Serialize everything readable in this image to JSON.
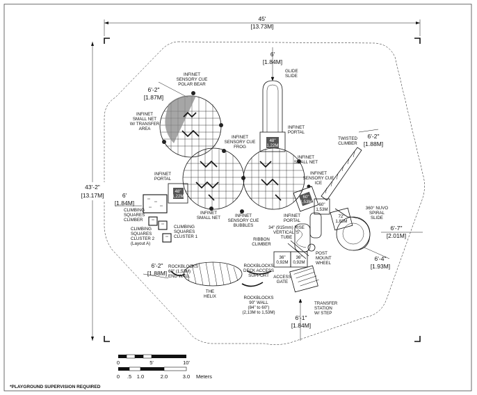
{
  "overall": {
    "width_ft": "45'",
    "width_m": "[13.73M]",
    "height_ft": "43'-2\"",
    "height_m": "[13.17M]"
  },
  "dims": {
    "glide_top_ft": "6'",
    "glide_top_m": "[1.84M]",
    "ul_ft": "6'-2\"",
    "ul_m": "[1.87M]",
    "ur_ft": "6'-2\"",
    "ur_m": "[1.88M]",
    "left_ft": "6'",
    "left_m": "[1.84M]",
    "right_ft": "6'-7\"",
    "right_m": "[2.01M]",
    "lr_ft": "6'-4\"",
    "lr_m": "[1.93M]",
    "ll_ft": "6'-2\"",
    "ll_m": "[1.88M]",
    "bottom_ft": "6'-1\"",
    "bottom_m": "[1.84M]"
  },
  "labels": {
    "polar_bear": [
      "INFINET",
      "SENSORY CUE",
      "POLAR BEAR"
    ],
    "glide_slide": [
      "GLIDE",
      "SLIDE"
    ],
    "small_net_transfer": [
      "INFINET",
      "SMALL NET",
      "W/ TRANSFER",
      "AREA"
    ],
    "portal_top": [
      "INFINET",
      "PORTAL"
    ],
    "frog": [
      "INFINET",
      "SENSORY CUE",
      "FROG"
    ],
    "twisted_climber": [
      "TWISTED",
      "CLIMBER"
    ],
    "small_net_right": [
      "INFINET",
      "SMALL NET"
    ],
    "ice": [
      "INFINET",
      "SENSORY CUE",
      "ICE"
    ],
    "portal_left": [
      "INFINET",
      "PORTAL"
    ],
    "climbing_climber": [
      "CLIMBING",
      "SQUARES",
      "CLIMBER"
    ],
    "small_net_mid": [
      "INFINET",
      "SMALL NET"
    ],
    "bubbles": [
      "INFINET",
      "SENSORY CUE",
      "BUBBLES"
    ],
    "portal_right": [
      "INFINET",
      "PORTAL"
    ],
    "nuvo_slide": [
      "360° NUVO",
      "SPIRAL",
      "SLIDE"
    ],
    "cluster2": [
      "CLIMBING",
      "SQUARES",
      "CLUSTER 2",
      "(Layout A)"
    ],
    "cluster1": [
      "CLIMBING",
      "SQUARES",
      "CLUSTER 1"
    ],
    "vertical_tube": [
      "34\" (915mm) RISE",
      "VERTICAL 'S'",
      "TUBE"
    ],
    "ribbon_climber": [
      "RIBBON",
      "CLIMBER"
    ],
    "post_mount_wheel": [
      "POST",
      "MOUNT",
      "WHEEL"
    ],
    "end_wall": [
      "ROCKBLOCKS",
      "60\" (1,53M)",
      "END WALL"
    ],
    "deck_access": [
      "ROCKBLOCKS",
      "DECK ACCESS",
      "SUPPORT"
    ],
    "access_gate": [
      "ACCESS",
      "GATE"
    ],
    "helix": [
      "THE",
      "HELIX"
    ],
    "wall_90": [
      "ROCKBLOCKS",
      "90\" WALL",
      "(84\" to 60\")",
      "(2,13M to 1,53M)"
    ],
    "transfer_station": [
      "TRANSFER",
      "STATION",
      "W/ STEP"
    ]
  },
  "heights": {
    "glide_deck": [
      "48\"",
      "1,22M"
    ],
    "portal_top": [
      "48\"",
      "1,22M"
    ],
    "portal_left": [
      "48\"",
      "1,22M"
    ],
    "portal_right": [
      "60\"",
      "1,53M"
    ],
    "deck_60": [
      "60\"",
      "1,53M"
    ],
    "deck_72": [
      "72\"",
      "1,83M"
    ],
    "deck_36a": [
      "36\"",
      "0,92M"
    ],
    "deck_36b": [
      "36\"",
      "0,92M"
    ]
  },
  "scale": {
    "ft_ticks": [
      "0",
      "5'",
      "10'"
    ],
    "m_ticks": [
      "0",
      ".5",
      "1.0",
      "2.0",
      "3.0"
    ],
    "m_unit": "Meters"
  },
  "note": "*PLAYGROUND SUPERVISION REQUIRED"
}
